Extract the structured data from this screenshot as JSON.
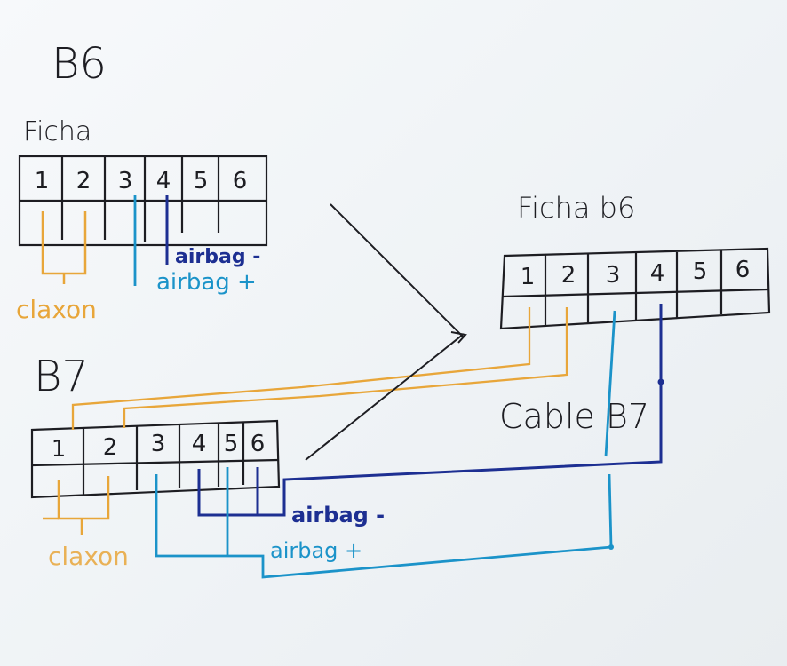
{
  "colors": {
    "paper": "#f3f6f8",
    "ink": "#1d1d22",
    "orange": "#e8a63a",
    "navy": "#1d2f92",
    "cyan": "#1b93c9"
  },
  "titles": {
    "b6": "B6",
    "ficha": "Ficha",
    "b7": "B7",
    "ficha_b6": "Ficha b6",
    "cable_b7": "Cable B7"
  },
  "connectors": {
    "b6_pins": [
      "1",
      "2",
      "3",
      "4",
      "5",
      "6"
    ],
    "b7_pins": [
      "1",
      "2",
      "3",
      "4",
      "5",
      "6"
    ],
    "cable_pins": [
      "1",
      "2",
      "3",
      "4",
      "5",
      "6"
    ]
  },
  "labels": {
    "b6_airbag_minus": "airbag -",
    "b6_airbag_plus": "airbag +",
    "b6_claxon": "claxon",
    "b7_airbag_minus": "airbag -",
    "b7_airbag_plus": "airbag +",
    "b7_claxon": "claxon"
  }
}
